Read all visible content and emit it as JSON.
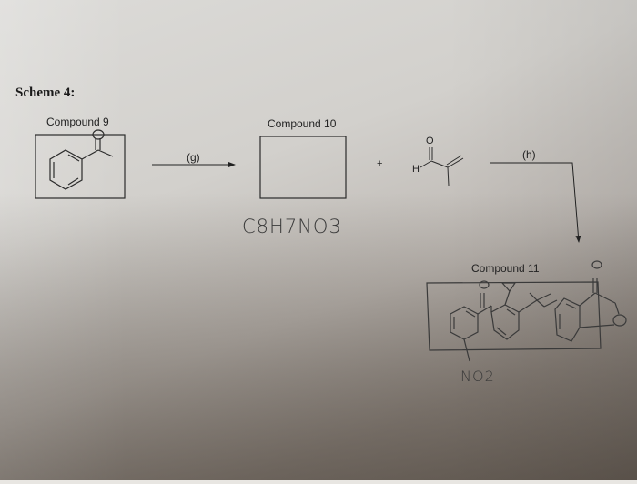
{
  "scheme": {
    "title": "Scheme 4:",
    "compounds": [
      {
        "id": "compound-9",
        "label": "Compound 9"
      },
      {
        "id": "compound-10",
        "label": "Compound 10",
        "handwritten_formula": "C8H7NO3"
      },
      {
        "id": "compound-11",
        "label": "Compound 11",
        "handwritten_substituent": "NO2"
      }
    ],
    "reagents": {
      "step_g": "(g)",
      "step_h": "(h)",
      "plus": "+",
      "aldehyde_h": "H",
      "aldehyde_o": "O"
    }
  }
}
